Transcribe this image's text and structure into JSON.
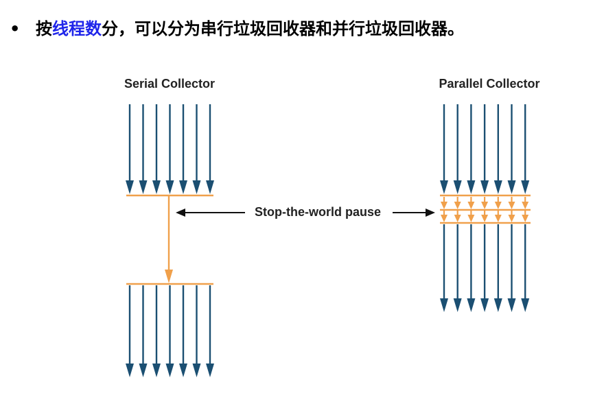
{
  "heading": {
    "bullet": "•",
    "prefix": "按",
    "highlight": "线程数",
    "suffix": "分，可以分为串行垃圾回收器和并行垃圾回收器。"
  },
  "diagram": {
    "serial_label": "Serial Collector",
    "parallel_label": "Parallel Collector",
    "pause_label": "Stop-the-world pause",
    "thread_count": 7,
    "colors": {
      "thread": "#1b4f72",
      "gc": "#f0a04b",
      "pointer": "#111111"
    }
  }
}
